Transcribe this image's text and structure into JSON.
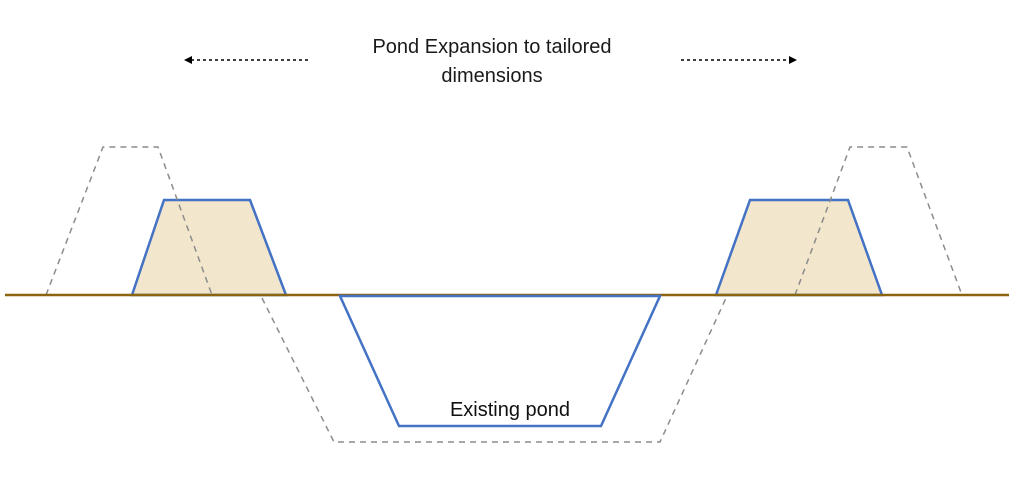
{
  "title": {
    "line1": "Pond Expansion to tailored",
    "line2": "dimensions"
  },
  "existing_label": "Existing pond",
  "colors": {
    "ground": "#8B6410",
    "existing": "#4472C4",
    "berm_fill": "#F2E6CC",
    "planned_dashed": "#8C8C8C",
    "arrow": "#000000"
  },
  "icons": {
    "left_arrow": "dashed-arrow-left-icon",
    "right_arrow": "dashed-arrow-right-icon"
  }
}
